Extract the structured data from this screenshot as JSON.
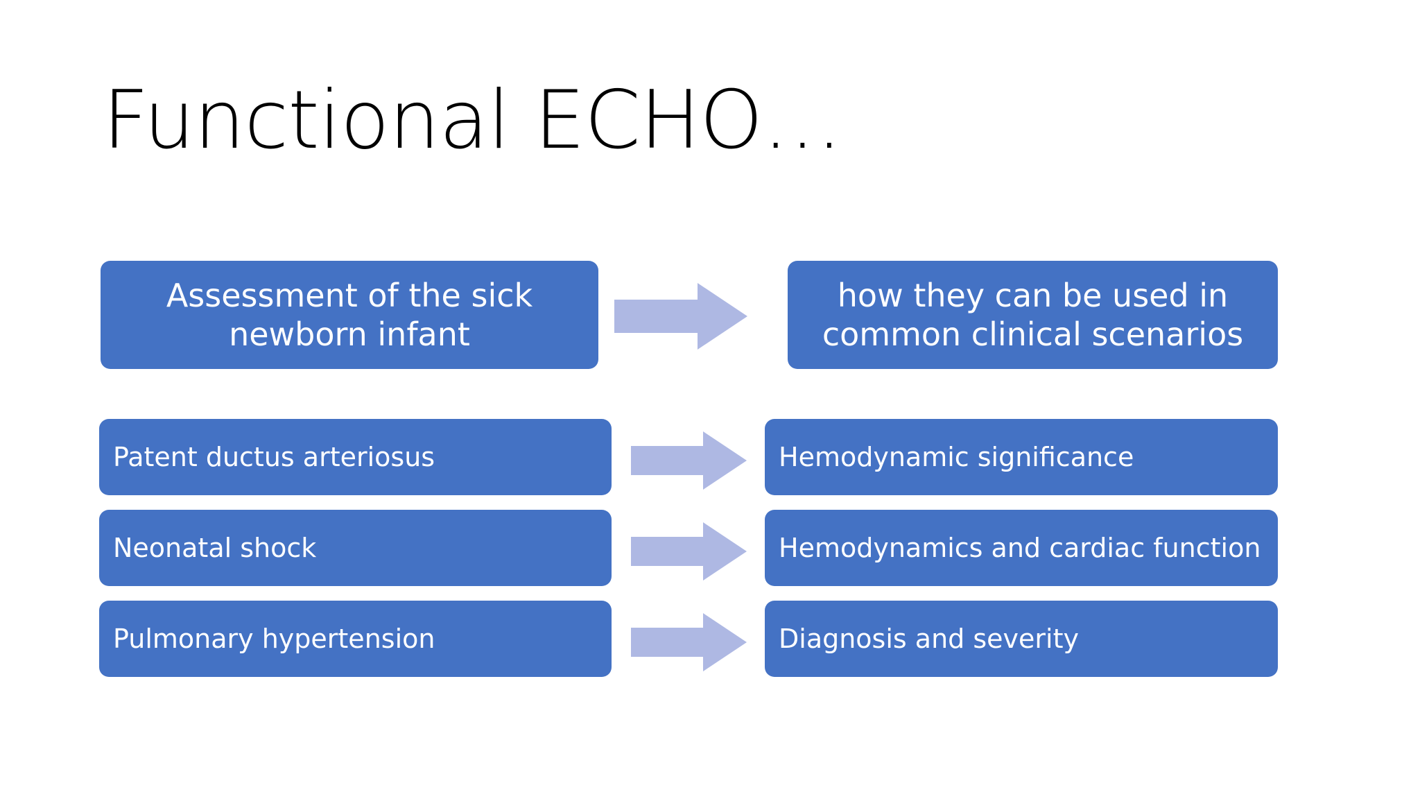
{
  "slide": {
    "title": "Functional ECHO…",
    "background_color": "#FFFFFF",
    "box_color": "#4472C4",
    "arrow_color": "#AEB8E3",
    "box_text_color": "#FFFFFF",
    "title_text_color": "#000000"
  },
  "flow": {
    "rows": [
      {
        "left_label": "Assessment of the sick newborn infant",
        "arrow": "right-arrow-icon",
        "right_label": "how they can be used in common clinical scenarios"
      },
      {
        "left_label": "Patent ductus arteriosus",
        "arrow": "right-arrow-icon",
        "right_label": "Hemodynamic significance"
      },
      {
        "left_label": "Neonatal shock",
        "arrow": "right-arrow-icon",
        "right_label": "Hemodynamics and cardiac function"
      },
      {
        "left_label": "Pulmonary hypertension",
        "arrow": "right-arrow-icon",
        "right_label": "Diagnosis and severity"
      }
    ]
  }
}
